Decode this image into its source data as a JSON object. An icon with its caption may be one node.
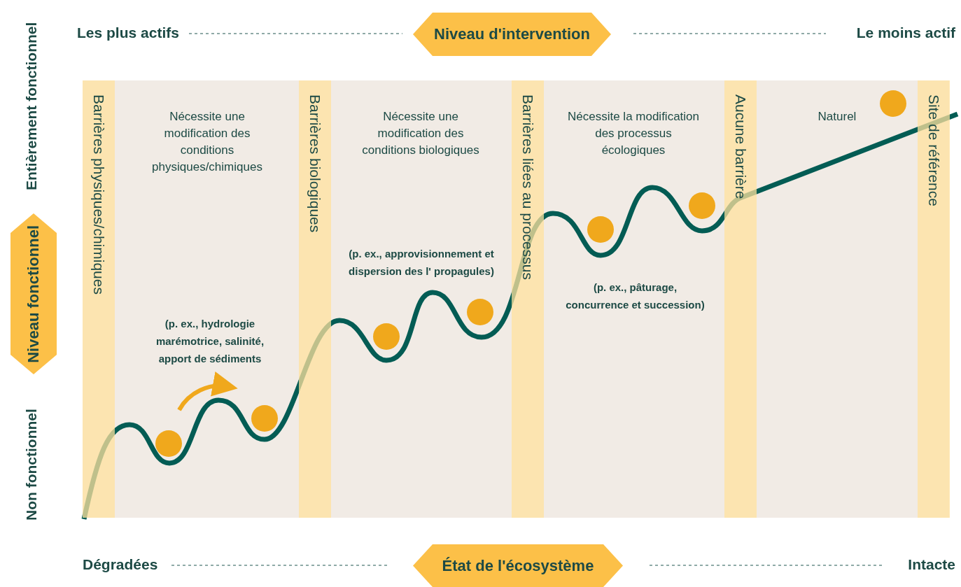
{
  "diagram": {
    "nodes": [
      {
        "text": [
          "Niveau d'intervention"
        ]
      },
      {
        "text": [
          "Niveau fonctionnel"
        ]
      },
      {
        "text": [
          "État de l'écosystème"
        ]
      },
      {
        "text": [
          "Barrières physiques/chimiques"
        ]
      },
      {
        "text": [
          "Barrières biologiques"
        ]
      },
      {
        "text": [
          "Barrières liées au processus"
        ]
      },
      {
        "text": [
          "Aucune barrière"
        ]
      },
      {
        "text": [
          "Site de référence"
        ]
      }
    ],
    "edges": [],
    "labels": [
      "Les plus actifs",
      "Le moins actif",
      "Entièrement fonctionnel",
      "Non fonctionnel",
      "Nécessite une modification des conditions physiques/chimiques",
      "Nécessite une modification des conditions biologiques",
      "Nécessite la modification des processus écologiques",
      "Naturel",
      "(p. ex., approvisionnement et dispersion des l' propagules)",
      "(p. ex., pâturage, concurrence et succession)",
      "(p. ex., hydrologie marémotrice, salinité, apport de sédiments",
      "Dégradées",
      "Intacte"
    ]
  }
}
